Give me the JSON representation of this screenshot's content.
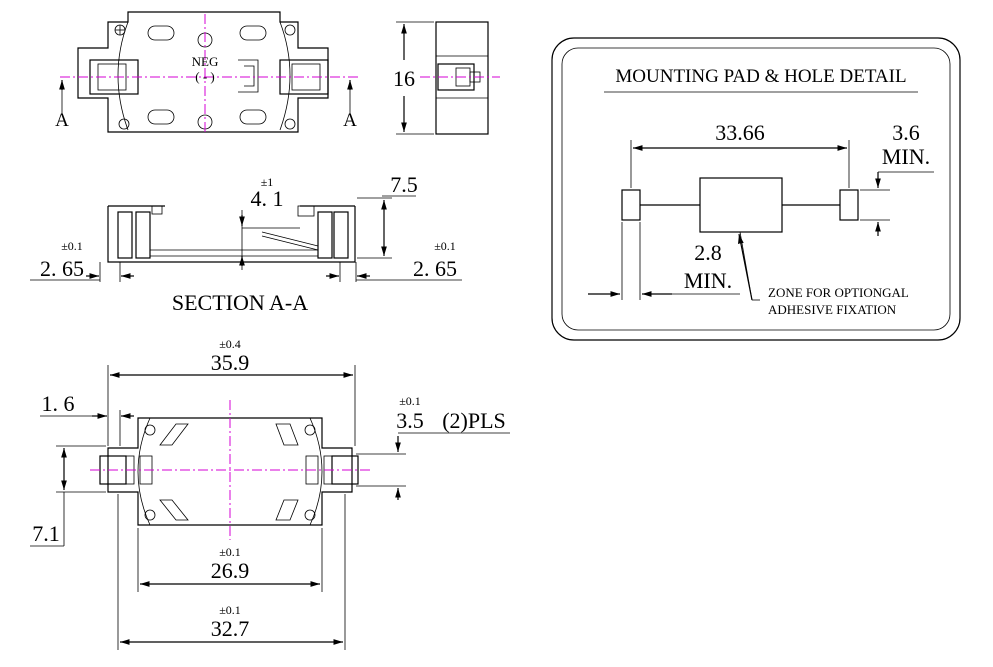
{
  "top_view": {
    "neg_label": "NEG",
    "neg_symbol": "( - )",
    "section_left": "A",
    "section_right": "A"
  },
  "side_view": {
    "height_dim": "16"
  },
  "section_view": {
    "title": "SECTION A-A",
    "height_tol": "±1",
    "height_value": "4. 1",
    "right_height": "7.5",
    "left_tol": "±0.1",
    "left_value": "2. 65",
    "right_tol": "±0.1",
    "right_value": "2. 65"
  },
  "bottom_view": {
    "overall_tol": "±0.4",
    "overall_value": "35.9",
    "left_offset": "1. 6",
    "pin_tol": "±0.1",
    "pin_value": "3.5",
    "pin_qty": "(2)PLS",
    "pad_spacing": "7.1",
    "inner_tol": "±0.1",
    "inner_value": "26.9",
    "outer_tol": "±0.1",
    "outer_value": "32.7"
  },
  "detail_box": {
    "title": "MOUNTING PAD & HOLE DETAIL",
    "span": "33.66",
    "pad_size": "3.6",
    "pad_size_min": "MIN.",
    "gap": "2.8",
    "gap_min": "MIN.",
    "zone_line1": "ZONE FOR OPTIONGAL",
    "zone_line2": "ADHESIVE FIXATION"
  }
}
